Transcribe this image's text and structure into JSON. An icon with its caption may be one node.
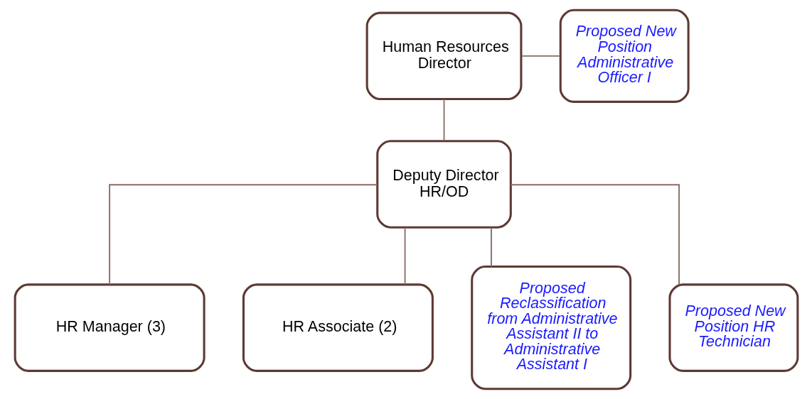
{
  "diagram": {
    "nodes": [
      {
        "text": [
          "Human Resources Director"
        ]
      },
      {
        "text": [
          "Proposed New Position Administrative Officer I"
        ]
      },
      {
        "text": [
          "Deputy Director HR/OD"
        ]
      },
      {
        "text": [
          "HR Manager (3)"
        ]
      },
      {
        "text": [
          "HR Associate (2)"
        ]
      },
      {
        "text": [
          "Proposed Reclassification from Administrative Assistant II to Administrative Assistant I"
        ]
      },
      {
        "text": [
          "Proposed New Position HR Technician"
        ]
      }
    ],
    "edges": [
      {
        "from": 0,
        "to": 1,
        "arrow": "none"
      },
      {
        "from": 0,
        "to": 2,
        "arrow": "none"
      },
      {
        "from": 2,
        "to": 3,
        "arrow": "none"
      },
      {
        "from": 2,
        "to": 4,
        "arrow": "none"
      },
      {
        "from": 2,
        "to": 5,
        "arrow": "none"
      },
      {
        "from": 2,
        "to": 6,
        "arrow": "none"
      }
    ]
  }
}
